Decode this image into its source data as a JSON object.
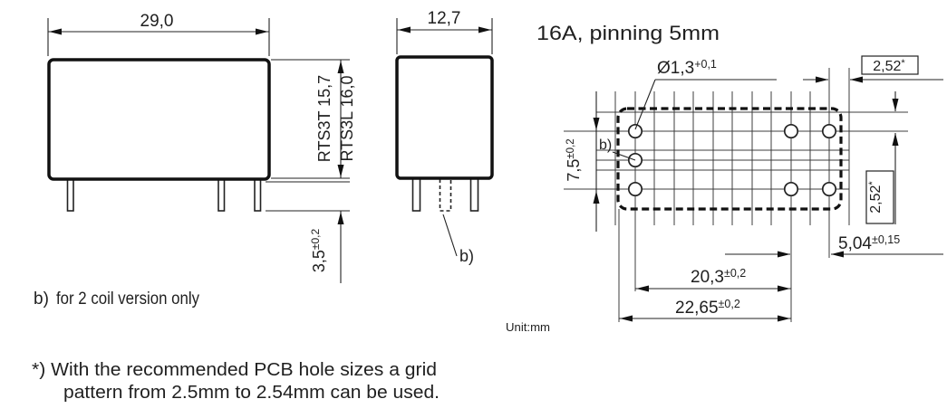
{
  "front_view": {
    "width": "29,0",
    "height_rts3t": "RTS3T 15,7",
    "height_rts3l": "RTS3L 16,0",
    "pin_length": "3,5",
    "pin_length_tol": "±0,2"
  },
  "side_view": {
    "width": "12,7",
    "coil_pin_ref": "b)"
  },
  "pcb_view": {
    "title": "16A, pinning 5mm",
    "hole_diameter": "Ø1,3",
    "hole_diameter_tol": "+0,1",
    "grid_pitch_h": "2,52",
    "grid_pitch_h_ref": "*",
    "grid_pitch_v": "2,52",
    "grid_pitch_v_ref": "*",
    "row_pitch": "7,5",
    "row_pitch_tol": "±0,2",
    "contact_pitch": "5,04",
    "contact_pitch_tol": "±0,15",
    "coil_contact_pitch": "20,3",
    "coil_contact_pitch_tol": "±0,2",
    "overall_pitch": "22,65",
    "overall_pitch_tol": "±0,2",
    "coil_hole_ref": "b)"
  },
  "notes": {
    "coil_ref": "b)",
    "coil_note": "for 2 coil version only",
    "unit": "Unit:mm",
    "grid_note_line1": "*) With the recommended PCB hole sizes a grid",
    "grid_note_line2": "pattern from 2.5mm to 2.54mm can be used."
  }
}
